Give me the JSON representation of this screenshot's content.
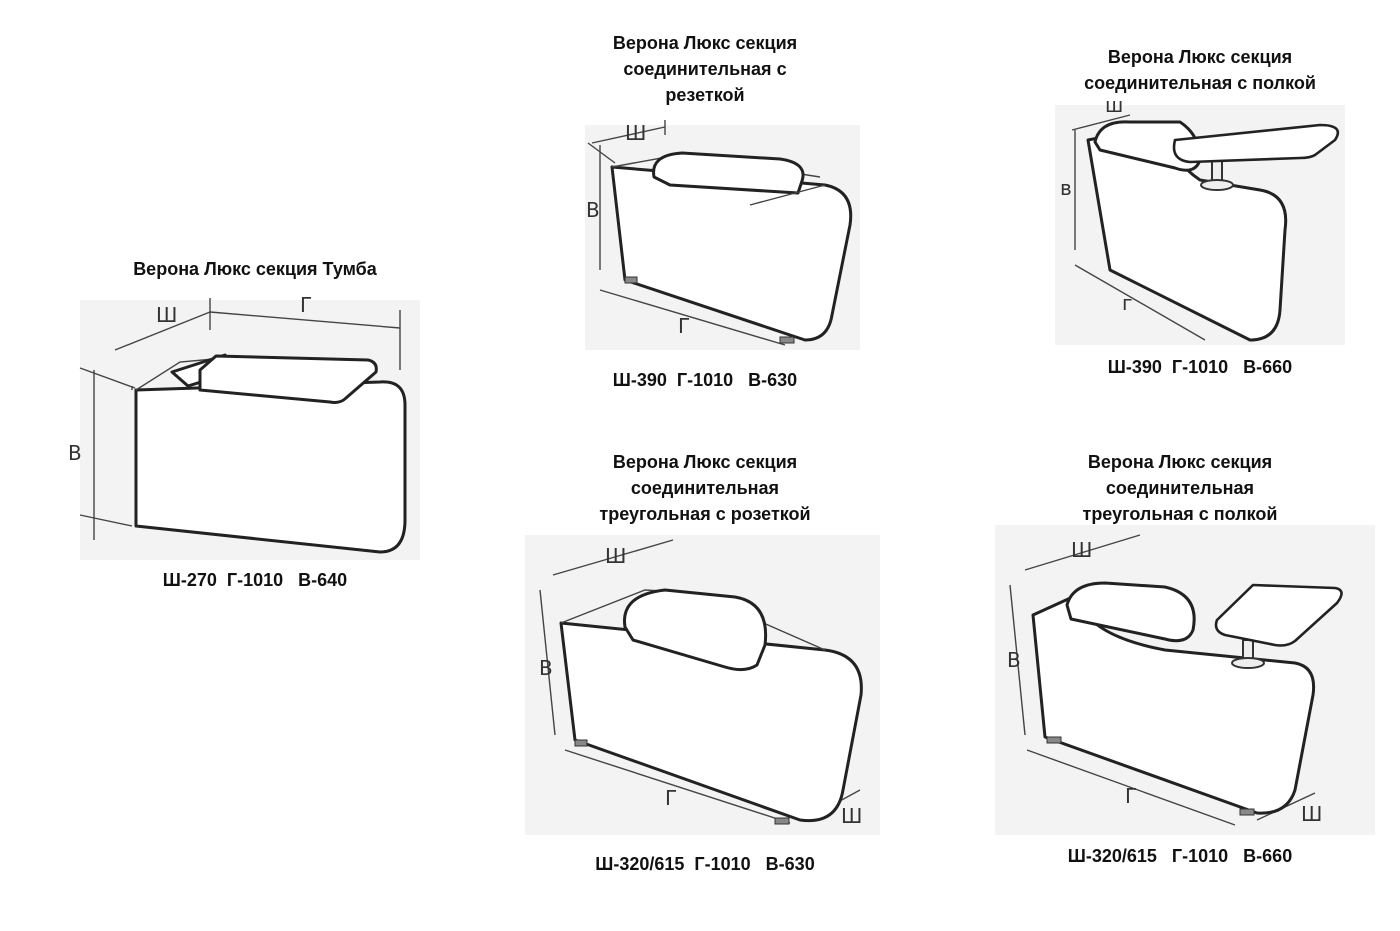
{
  "items": [
    {
      "id": "tumba",
      "title": "Верона Люкс секция Тумба",
      "dims": "Ш-270  Г-1010   В-640",
      "labels": {
        "w": "Ш",
        "d": "Г",
        "h": "В"
      }
    },
    {
      "id": "rozetka",
      "title": "Верона Люкс секция\nсоединительная с\nрезеткой",
      "dims": "Ш-390  Г-1010   В-630",
      "labels": {
        "w": "Ш",
        "d": "Г",
        "h": "В"
      }
    },
    {
      "id": "polka",
      "title": "Верона Люкс секция\nсоединительная с полкой",
      "dims": "Ш-390  Г-1010   В-660",
      "labels": {
        "w": "ш",
        "d": "г",
        "h": "в"
      }
    },
    {
      "id": "tri-rozetka",
      "title": "Верона Люкс секция\nсоединительная\nтреугольная с розеткой",
      "dims": "Ш-320/615  Г-1010   В-630",
      "labels": {
        "w": "Ш",
        "d": "Г",
        "h": "В",
        "w2": "Ш"
      }
    },
    {
      "id": "tri-polka",
      "title": "Верона Люкс секция\nсоединительная\nтреугольная с полкой",
      "dims": "Ш-320/615   Г-1010   В-660",
      "labels": {
        "w": "Ш",
        "d": "Г",
        "h": "В",
        "w2": "Ш"
      }
    }
  ]
}
